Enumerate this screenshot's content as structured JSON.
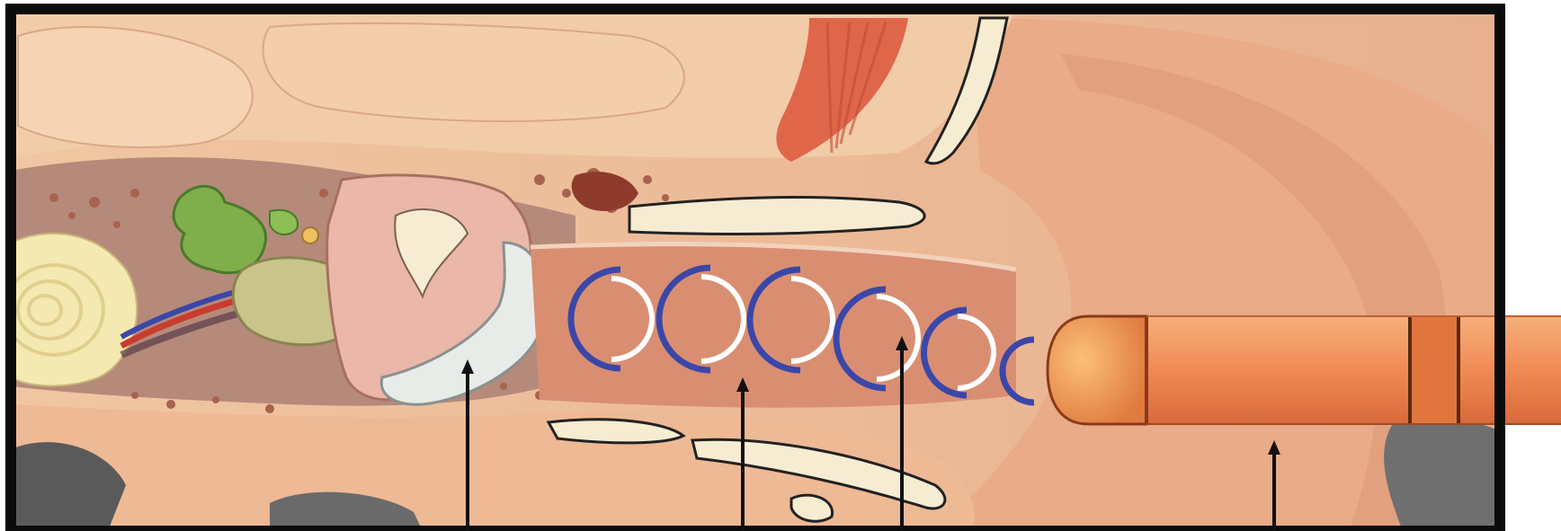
{
  "figure": {
    "labels": [],
    "pointer_count": 4,
    "sound_wave_count": 6,
    "colors": {
      "frame": "#0b0b0b",
      "skin": "#f2c7a4",
      "tissue": "#e6a98a",
      "canal": "#d98e72",
      "bone": "#f3e6c7",
      "cochlea": "#f4e9b0",
      "ossicles_green": "#7fae4a",
      "eardrum": "#e8ece8",
      "wave_blue": "#3b47a8",
      "wave_white": "#ffffff",
      "muscle": "#e0664a",
      "probe": "#f08a55",
      "probe_tip": "#f5a060",
      "pointer": "#111111"
    },
    "components": [
      "cochlea",
      "ossicles",
      "eardrum",
      "ear-canal",
      "sound-waves",
      "probe"
    ]
  }
}
